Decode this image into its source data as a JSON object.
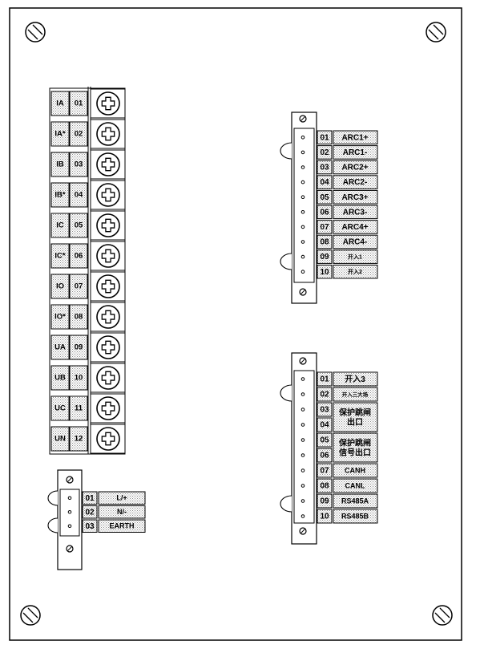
{
  "current_block": {
    "rows": [
      {
        "signal": "IA",
        "number": "01"
      },
      {
        "signal": "IA*",
        "number": "02"
      },
      {
        "signal": "IB",
        "number": "03"
      },
      {
        "signal": "IB*",
        "number": "04"
      },
      {
        "signal": "IC",
        "number": "05"
      },
      {
        "signal": "IC*",
        "number": "06"
      },
      {
        "signal": "IO",
        "number": "07"
      },
      {
        "signal": "IO*",
        "number": "08"
      },
      {
        "signal": "UA",
        "number": "09"
      },
      {
        "signal": "UB",
        "number": "10"
      },
      {
        "signal": "UC",
        "number": "11"
      },
      {
        "signal": "UN",
        "number": "12"
      }
    ]
  },
  "arc_block": {
    "rows": [
      {
        "number": "01",
        "label": "ARC1+"
      },
      {
        "number": "02",
        "label": "ARC1-"
      },
      {
        "number": "03",
        "label": "ARC2+"
      },
      {
        "number": "04",
        "label": "ARC2-"
      },
      {
        "number": "05",
        "label": "ARC3+"
      },
      {
        "number": "06",
        "label": "ARC3-"
      },
      {
        "number": "07",
        "label": "ARC4+"
      },
      {
        "number": "08",
        "label": "ARC4-"
      },
      {
        "number": "09",
        "label": "开入1"
      },
      {
        "number": "10",
        "label": "开入2"
      }
    ]
  },
  "comm_block": {
    "numbers": [
      "01",
      "02",
      "03",
      "04",
      "05",
      "06",
      "07",
      "08",
      "09",
      "10"
    ],
    "labels": [
      {
        "text": "开入3"
      },
      {
        "text": "开入三大场"
      },
      {
        "text": "保护跳闸\n出口"
      },
      {
        "text": "保护跳闸\n信号出口"
      },
      {
        "text": "CANH"
      },
      {
        "text": "CANL"
      },
      {
        "text": "RS485A"
      },
      {
        "text": "RS485B"
      }
    ]
  },
  "power_block": {
    "rows": [
      {
        "number": "01",
        "label": "L/+"
      },
      {
        "number": "02",
        "label": "N/-"
      },
      {
        "number": "03",
        "label": "EARTH"
      }
    ]
  }
}
